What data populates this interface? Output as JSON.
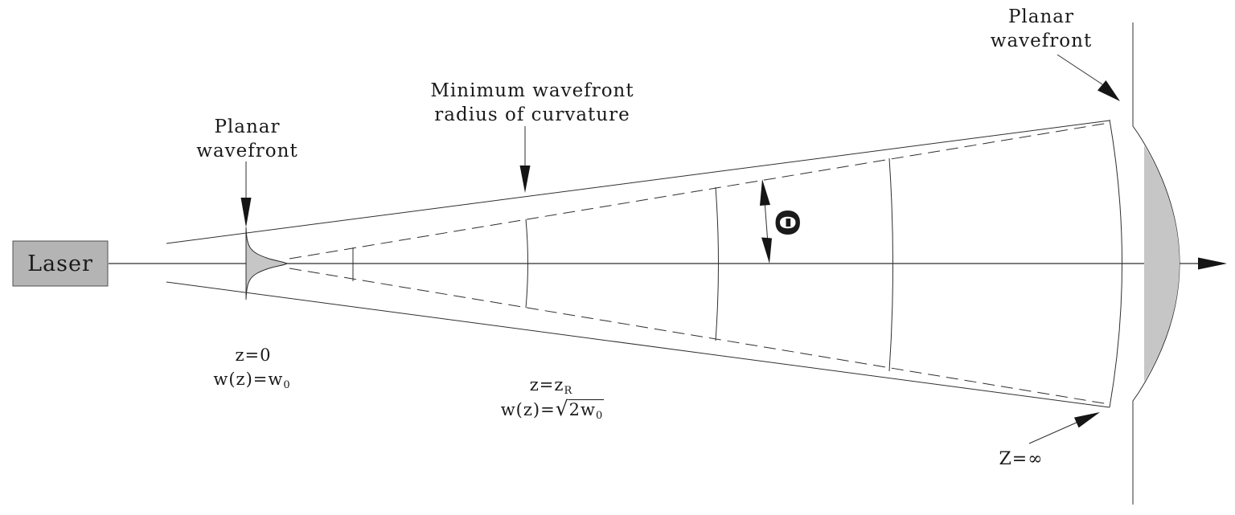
{
  "colors": {
    "background": "#ffffff",
    "line": "#2f2f2f",
    "text": "#1a1a1a",
    "shade_gray": "#c6c6c6",
    "laser_fill": "#b4b4b4"
  },
  "laser": {
    "label": "Laser"
  },
  "labels": {
    "planar_left": {
      "line1": "Planar",
      "line2": "wavefront"
    },
    "min_radius": {
      "line1": "Minimum wavefront",
      "line2": "radius of curvature"
    },
    "planar_right": {
      "line1": "Planar",
      "line2": "wavefront"
    },
    "waist": {
      "z_text": "z=0",
      "w_pre": "w(z)=w",
      "w_sub": "0"
    },
    "rayleigh": {
      "z_pre": "z=z",
      "z_sub": "R",
      "w_pre": "w(z)=",
      "sqrt_sign": "√",
      "radicand": "2w",
      "radicand_sub": "0"
    },
    "infinity": {
      "text": "Z=∞"
    },
    "divergence_angle": {
      "symbol": "Θ"
    }
  }
}
